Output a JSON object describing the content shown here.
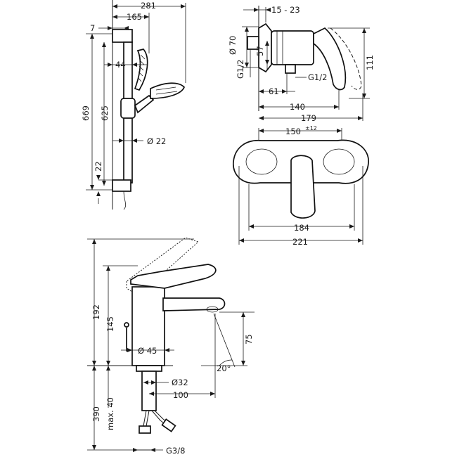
{
  "shower_rail": {
    "dims": {
      "overall_width": "281",
      "rail_to_handshower": "165",
      "wall_offset": "7",
      "bracket_width": "44",
      "overall_height": "669",
      "rail_length": "625",
      "bottom_bracket": "22",
      "rail_diameter": "Ø 22"
    }
  },
  "shower_mixer_side": {
    "dims": {
      "projection_range": "15 - 23",
      "rosette_diameter": "Ø 70",
      "connection_offset": "57",
      "inlet_thread_left": "G1/2",
      "inlet_thread_right": "G1/2",
      "handle_height": "111",
      "inlet_depth": "61",
      "body_depth": "140",
      "total_depth": "179"
    }
  },
  "shower_mixer_front": {
    "dims": {
      "centre_distance": "150",
      "centre_tolerance": "±12",
      "body_width": "184",
      "overall_width": "221"
    }
  },
  "basin_mixer": {
    "dims": {
      "overall_height": "192",
      "body_height": "145",
      "spout_height": "75",
      "body_diameter": "Ø 45",
      "spout_angle": "20°",
      "hole_diameter": "Ø32",
      "spout_reach": "100",
      "deck_thickness": "max. 40",
      "hose_length": "390",
      "hose_thread": "G3/8"
    }
  }
}
